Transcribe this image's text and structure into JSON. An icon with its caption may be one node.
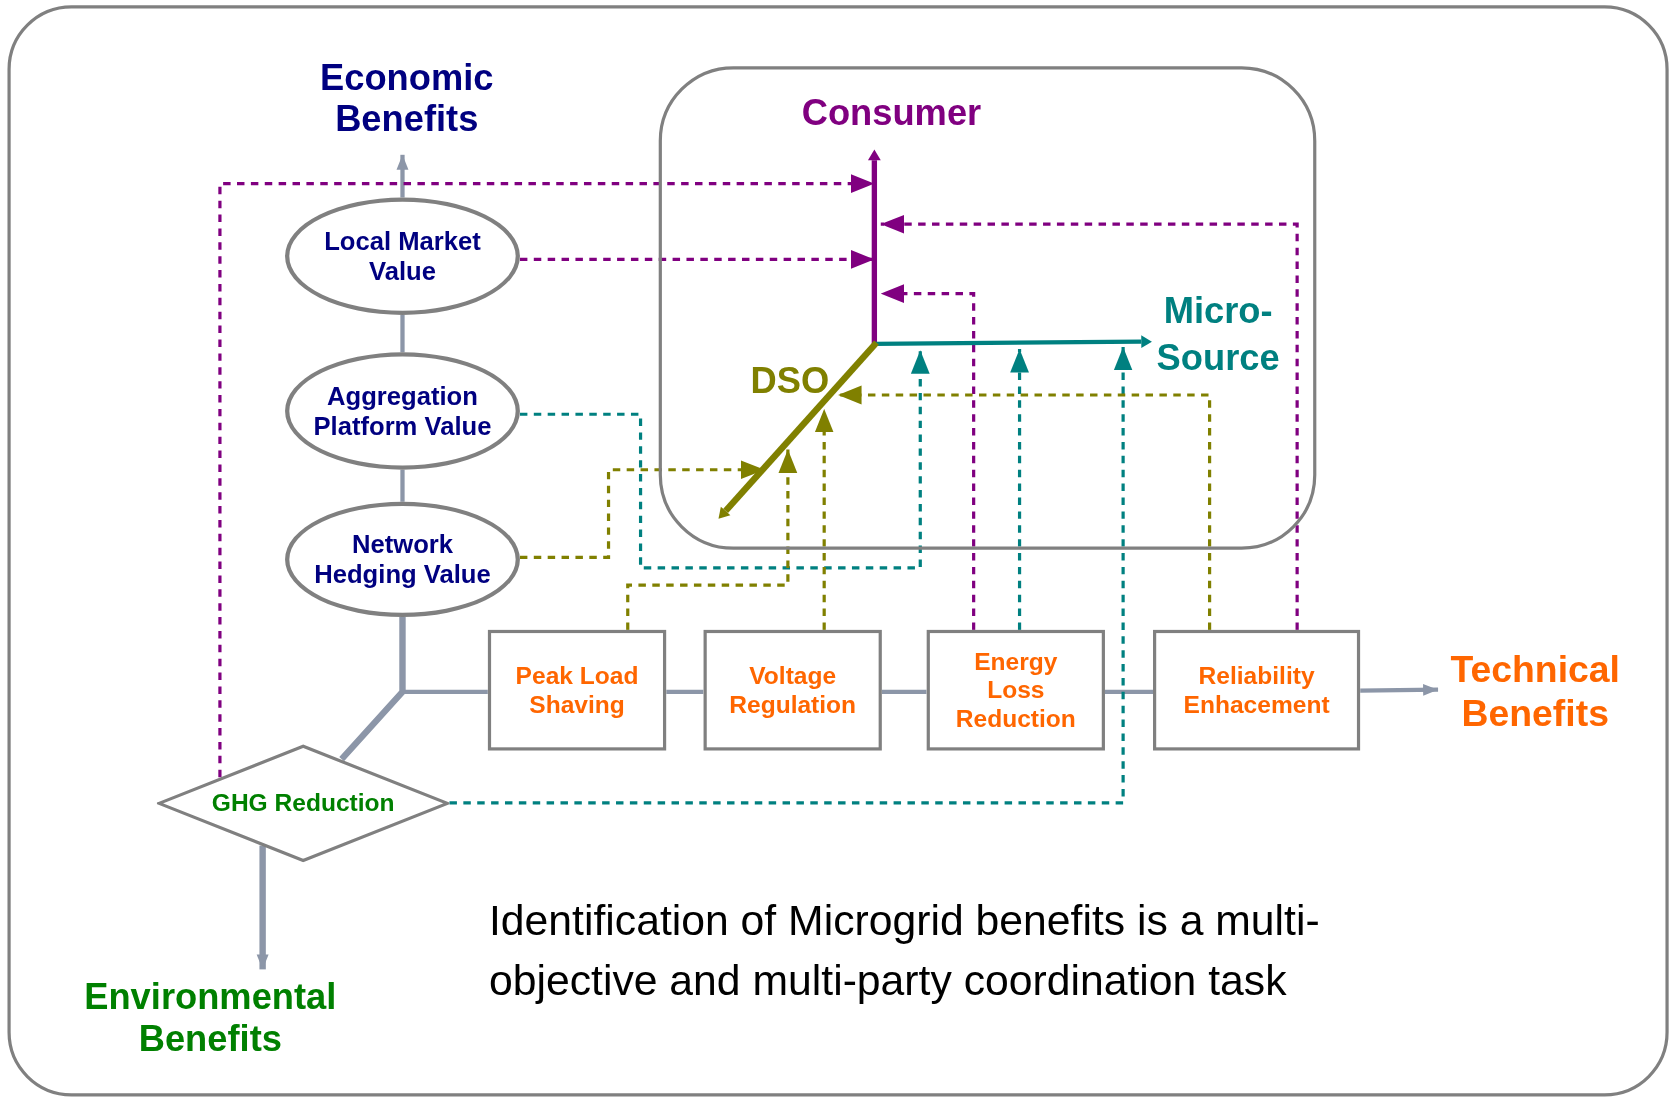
{
  "diagram": {
    "caption": "Identification of Microgrid benefits is a multi-objective and multi-party coordination task",
    "nodes": [
      {
        "text": [
          "Economic Benefits"
        ]
      },
      {
        "text": [
          "Local Market Value"
        ]
      },
      {
        "text": [
          "Aggregation Platform Value"
        ]
      },
      {
        "text": [
          "Network Hedging Value"
        ]
      },
      {
        "text": [
          "GHG Reduction"
        ]
      },
      {
        "text": [
          "Environmental Benefits"
        ]
      },
      {
        "text": [
          "Peak Load Shaving"
        ]
      },
      {
        "text": [
          "Voltage Regulation"
        ]
      },
      {
        "text": [
          "Energy Loss Reduction"
        ]
      },
      {
        "text": [
          "Reliability Enhacement"
        ]
      },
      {
        "text": [
          "Technical Benefits"
        ]
      },
      {
        "text": [],
        "shape": "box"
      },
      {
        "text": [],
        "shape": "line",
        "in": 11,
        "beside": [
          "Consumer"
        ]
      },
      {
        "text": [],
        "shape": "line",
        "in": 11,
        "beside": [
          "Micro- Source"
        ]
      },
      {
        "text": [
          "DSO"
        ],
        "in": 11
      }
    ],
    "edges": [
      {
        "from": 1,
        "to": 0,
        "arrow": "to"
      },
      {
        "from": 2,
        "to": 1,
        "arrow": "none"
      },
      {
        "from": 3,
        "to": 2,
        "arrow": "none"
      },
      {
        "from": 3,
        "to": 6,
        "arrow": "none"
      },
      {
        "from": 6,
        "to": 7,
        "arrow": "none"
      },
      {
        "from": 7,
        "to": 8,
        "arrow": "none"
      },
      {
        "from": 8,
        "to": 9,
        "arrow": "none"
      },
      {
        "from": 9,
        "to": 10,
        "arrow": "to"
      },
      {
        "from": 3,
        "to": 4,
        "arrow": "none",
        "style": "thick"
      },
      {
        "from": 4,
        "to": 5,
        "arrow": "to",
        "style": "thick"
      },
      {
        "from": 4,
        "to": 12,
        "arrow": "to",
        "style": "dashed",
        "color": "#800080"
      },
      {
        "from": 1,
        "to": 12,
        "arrow": "to",
        "style": "dashed",
        "color": "#800080"
      },
      {
        "from": 9,
        "to": 12,
        "arrow": "to",
        "style": "dashed",
        "color": "#800080"
      },
      {
        "from": 8,
        "to": 12,
        "arrow": "to",
        "style": "dashed",
        "color": "#800080"
      },
      {
        "from": 2,
        "to": 13,
        "arrow": "to",
        "style": "dashed",
        "color": "#008080"
      },
      {
        "from": 8,
        "to": 13,
        "arrow": "to",
        "style": "dashed",
        "color": "#008080"
      },
      {
        "from": 4,
        "to": 13,
        "arrow": "to",
        "style": "dashed",
        "color": "#008080"
      },
      {
        "from": 3,
        "to": 14,
        "arrow": "to",
        "style": "dashed",
        "color": "#808000"
      },
      {
        "from": 6,
        "to": 14,
        "arrow": "to",
        "style": "dashed",
        "color": "#808000"
      },
      {
        "from": 7,
        "to": 14,
        "arrow": "to",
        "style": "dashed",
        "color": "#808000"
      },
      {
        "from": 9,
        "to": 14,
        "arrow": "to",
        "style": "dashed",
        "color": "#808000"
      }
    ]
  }
}
